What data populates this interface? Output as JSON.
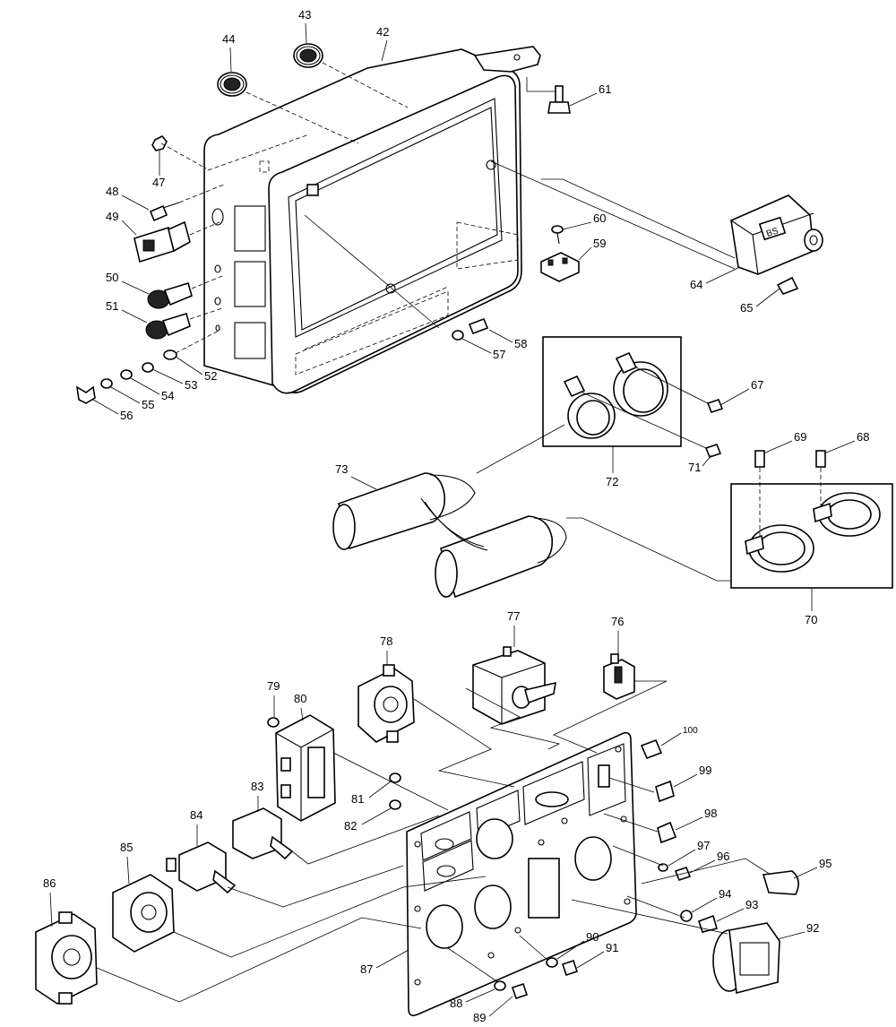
{
  "callouts": [
    "42",
    "43",
    "44",
    "47",
    "48",
    "49",
    "50",
    "51",
    "52",
    "53",
    "54",
    "55",
    "56",
    "57",
    "58",
    "59",
    "60",
    "61",
    "64",
    "65",
    "67",
    "68",
    "69",
    "70",
    "71",
    "72",
    "73",
    "76",
    "77",
    "78",
    "79",
    "80",
    "81",
    "82",
    "83",
    "84",
    "85",
    "86",
    "87",
    "88",
    "89",
    "90",
    "91",
    "92",
    "93",
    "94",
    "95",
    "96",
    "97",
    "98",
    "99",
    "100"
  ],
  "nameplate_text": "BS"
}
